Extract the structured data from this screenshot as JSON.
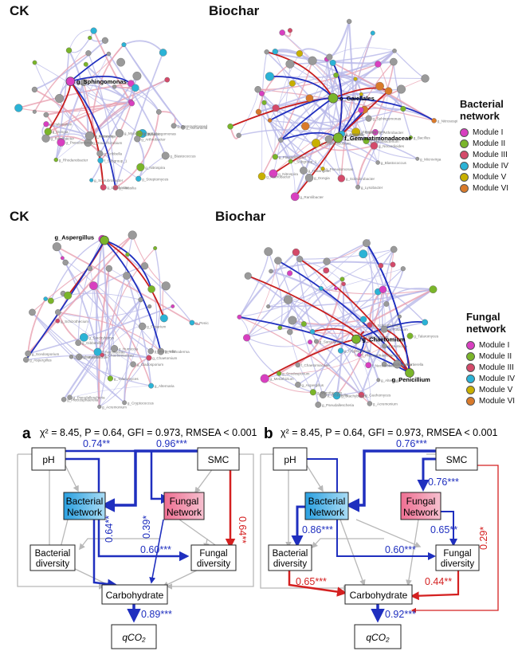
{
  "panels": {
    "bacterial_ck_title": "CK",
    "bacterial_biochar_title": "Biochar",
    "fungal_ck_title": "CK",
    "fungal_biochar_title": "Biochar"
  },
  "bacterial_legend": {
    "title_line1": "Bacterial",
    "title_line2": "network",
    "modules": [
      {
        "label": "Module I",
        "color": "#d83fc0"
      },
      {
        "label": "Module II",
        "color": "#7ab52a"
      },
      {
        "label": "Module III",
        "color": "#d44a6a"
      },
      {
        "label": "Module IV",
        "color": "#2bb3d6"
      },
      {
        "label": "Module V",
        "color": "#c8b000"
      },
      {
        "label": "Module VI",
        "color": "#d97a2a"
      }
    ]
  },
  "fungal_legend": {
    "title_line1": "Fungal",
    "title_line2": "network",
    "modules": [
      {
        "label": "Module I",
        "color": "#d83fc0"
      },
      {
        "label": "Module II",
        "color": "#7ab52a"
      },
      {
        "label": "Module III",
        "color": "#d44a6a"
      },
      {
        "label": "Module IV",
        "color": "#2bb3d6"
      },
      {
        "label": "Module V",
        "color": "#c8b000"
      },
      {
        "label": "Module VI",
        "color": "#d97a2a"
      }
    ]
  },
  "networks": {
    "bact_ck_hub": "g_Sphingomonas",
    "bact_biochar_hubs": [
      "o_Gaiellales",
      "f_Gemmatimonadaceae"
    ],
    "fung_ck_hub": "g_Aspergillus",
    "fung_biochar_hubs": [
      "g_Chaetomium",
      "g_Penicillium"
    ],
    "bact_ck_labels": [
      "g_Nocardioides",
      "g_Gemmatimonadaceae",
      "g_Sphingomonas",
      "g_Bacillus",
      "g_Blastococcus",
      "g_Arthrobacter",
      "g_Nitrospira",
      "g_Mycobacterium",
      "g_Streptomyces",
      "g_Massilia",
      "g_Lysobacter",
      "g_Kribbella",
      "f_Subgroup_1",
      "g_Solirubrobacter",
      "g_Bradyrhizobium",
      "g_Microvirga",
      "g_Nocardia",
      "g_Rhodanobacter",
      "g_Pseudomonas",
      "g_Ramlibacter",
      "g_Dongia",
      "g_Haliangium"
    ],
    "bact_bio_labels": [
      "g_Nitrosospira",
      "g_Bacillus",
      "g_Sphingomonas",
      "g_Microvirga",
      "g_Arthrobacter",
      "g_Nocardioides",
      "g_Streptomyces",
      "g_Mycobacterium",
      "g_Gaiella",
      "g_Blastococcus",
      "g_Lysobacter",
      "g_Kribbella",
      "g_Massilia",
      "g_Solirubrobacter",
      "g_Rhodanobacter",
      "g_Pseudomonas",
      "g_Dongia",
      "g_Haliangium",
      "g_Ramlibacter",
      "g_Bradyrhizobium",
      "f_Subgroup_1",
      "g_Nitrospira",
      "g_Rubrobacter",
      "g_Flavisolibacter"
    ],
    "fung_ck_labels": [
      "g_Penicillium",
      "g_Fusarium",
      "g_Trichoderma",
      "g_Mortierella",
      "g_Chaetomium",
      "g_Cladosporium",
      "g_Alternaria",
      "g_Humicola",
      "g_Cryptococcus",
      "g_Talaromyces",
      "g_Acremonium",
      "f_Nectriaceae",
      "f_Chaetomiaceae",
      "g_Plectosphaerella",
      "g_Pseudallescheria",
      "g_Myrothecium",
      "g_Gibberella",
      "g_Guehomyces",
      "g_Stachybotrys",
      "g_Aspergillus",
      "g_Scedosporium",
      "g_Schizothecium"
    ],
    "fung_bio_labels": [
      "g_Schizothecium",
      "g_Fusarium",
      "g_Talaromyces",
      "g_Humicola",
      "g_Mortierella",
      "g_Trichoderma",
      "g_Cladosporium",
      "g_Alternaria",
      "f_Nectriaceae",
      "f_Plectosphaerellaceae",
      "g_Acremonium",
      "g_Guehomyces",
      "g_Cryptococcus",
      "g_Stachybotrys",
      "g_Gibberella",
      "g_Myrothecium",
      "g_Pseudallescheria",
      "g_Aspergillus",
      "f_Chaetomiaceae",
      "g_Scedosporium",
      "g_Sarocladium",
      "g_Metarhizium"
    ]
  },
  "sem": {
    "a": {
      "letter": "a",
      "stats": "χ² = 8.45, P = 0.64, GFI = 0.973, RMSEA < 0.001",
      "nodes": {
        "ph": "pH",
        "smc": "SMC",
        "bact_net1": "Bacterial",
        "bact_net2": "Network",
        "fung_net1": "Fungal",
        "fung_net2": "Network",
        "bact_div1": "Bacterial",
        "bact_div2": "diversity",
        "fung_div1": "Fungal",
        "fung_div2": "diversity",
        "carb": "Carbohydrate",
        "qco2": "qCO₂"
      },
      "coef": {
        "ph_fungnet": "0.74**",
        "smc_bactnet": "0.96***",
        "smc_fungdiv": "0.64**",
        "bactnet_carb": "0.64**",
        "fungnet_carb": "0.39*",
        "ph_fungdiv": "0.60***",
        "carb_qco2": "0.89***"
      }
    },
    "b": {
      "letter": "b",
      "stats": "χ² = 8.45, P = 0.64, GFI = 0.973, RMSEA < 0.001",
      "nodes": {
        "ph": "pH",
        "smc": "SMC",
        "bact_net1": "Bacterial",
        "bact_net2": "Network",
        "fung_net1": "Fungal",
        "fung_net2": "Network",
        "bact_div1": "Bacterial",
        "bact_div2": "diversity",
        "fung_div1": "Fungal",
        "fung_div2": "diversity",
        "carb": "Carbohydrate",
        "qco2": "qCO₂"
      },
      "coef": {
        "smc_bactnet": "0.76***",
        "smc_fungnet": "0.76***",
        "bactnet_bactdiv": "0.86***",
        "fungnet_fungdiv": "0.65**",
        "ph_fungdiv": "0.60***",
        "smc_carb": "0.29*",
        "bactdiv_carb": "0.65***",
        "fungdiv_carb": "0.44**",
        "carb_qco2": "0.92***"
      }
    }
  },
  "colors": {
    "positive": "#1f2fbf",
    "negative": "#d42020",
    "nonsig": "#b8b8b8",
    "bact_box": "#3fb0e8",
    "fung_box": "#f08aa3"
  }
}
